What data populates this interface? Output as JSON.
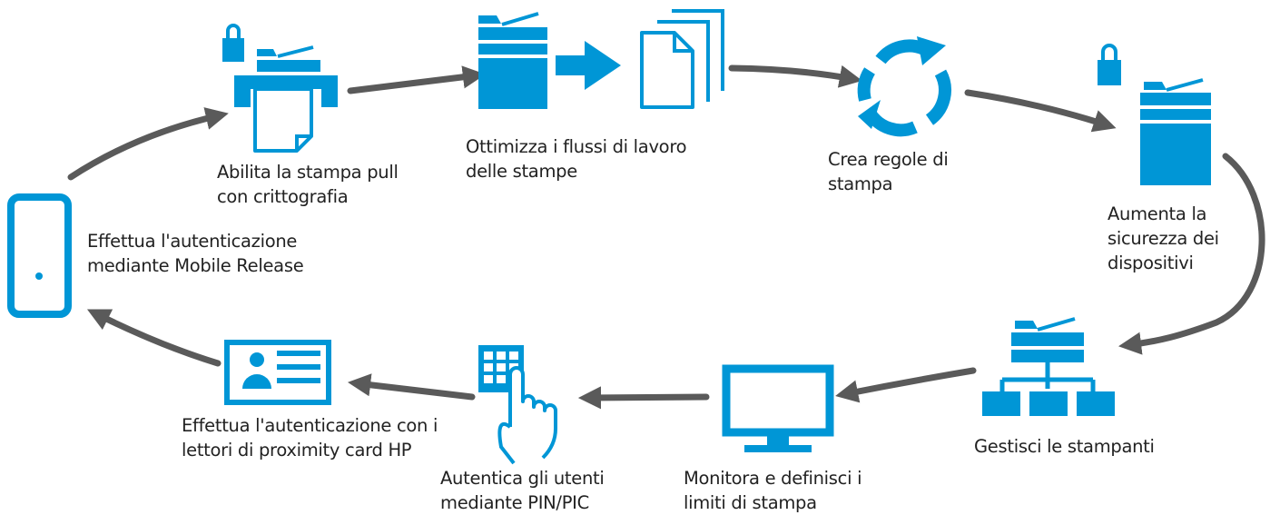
{
  "colors": {
    "icon": "#0096D6",
    "arrow": "#5A5A5A",
    "text": "#222222"
  },
  "steps": [
    {
      "icon": "printer-lock-icon",
      "lines": [
        "Abilita la stampa pull",
        "con crittografia"
      ]
    },
    {
      "icon": "workflow-print-icon",
      "lines": [
        "Ottimizza i flussi di lavoro",
        "delle stampe"
      ]
    },
    {
      "icon": "refresh-icon",
      "lines": [
        "Crea regole di",
        "stampa"
      ]
    },
    {
      "icon": "device-lock-icon",
      "lines": [
        "Aumenta la",
        "sicurezza dei",
        "dispositivi"
      ]
    },
    {
      "icon": "printer-network-icon",
      "lines": [
        "Gestisci le stampanti"
      ]
    },
    {
      "icon": "monitor-icon",
      "lines": [
        "Monitora e definisci i",
        "limiti di stampa"
      ]
    },
    {
      "icon": "keypad-touch-icon",
      "lines": [
        "Autentica gli utenti",
        "mediante PIN/PIC"
      ]
    },
    {
      "icon": "proximity-card-icon",
      "lines": [
        "Effettua l'autenticazione con i",
        "lettori di proximity card HP"
      ]
    },
    {
      "icon": "tablet-icon",
      "lines": [
        "Effettua l'autenticazione",
        "mediante Mobile Release"
      ]
    }
  ]
}
